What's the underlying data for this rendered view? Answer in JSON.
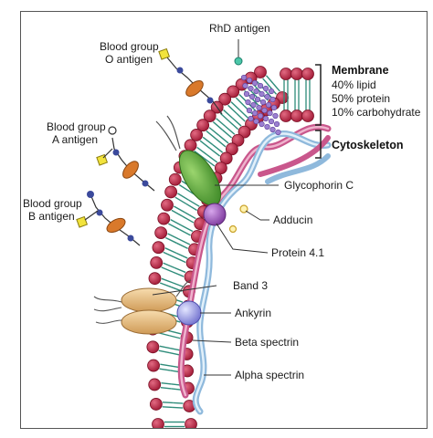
{
  "labels": {
    "rhd_antigen": "RhD antigen",
    "blood_o_line1": "Blood group",
    "blood_o_line2": "O antigen",
    "blood_a_line1": "Blood group",
    "blood_a_line2": "A antigen",
    "blood_b_line1": "Blood group",
    "blood_b_line2": "B antigen",
    "membrane": "Membrane",
    "lipid": "40% lipid",
    "protein": "50% protein",
    "carbohydrate": "10% carbohydrate",
    "cytoskeleton": "Cytoskeleton",
    "glycophorin_c": "Glycophorin C",
    "adducin": "Adducin",
    "protein_41": "Protein 4.1",
    "band_3": "Band 3",
    "ankyrin": "Ankyrin",
    "beta_spectrin": "Beta spectrin",
    "alpha_spectrin": "Alpha spectrin"
  },
  "colors": {
    "lipid_head": "#b7223e",
    "tail": "#2e8c7a",
    "glycophorin": "#5ea93a",
    "band3": "#e6bc82",
    "protein41": "#9a58b8",
    "ankyrin": "#8f8fe0",
    "spectrin_pink": "#c9578c",
    "spectrin_blue": "#a9cde8",
    "sugar_yellow": "#f2e33c",
    "sugar_blue": "#3b4a9c",
    "sugar_orange": "#d9792b",
    "rhd": "#9b7fd0"
  }
}
